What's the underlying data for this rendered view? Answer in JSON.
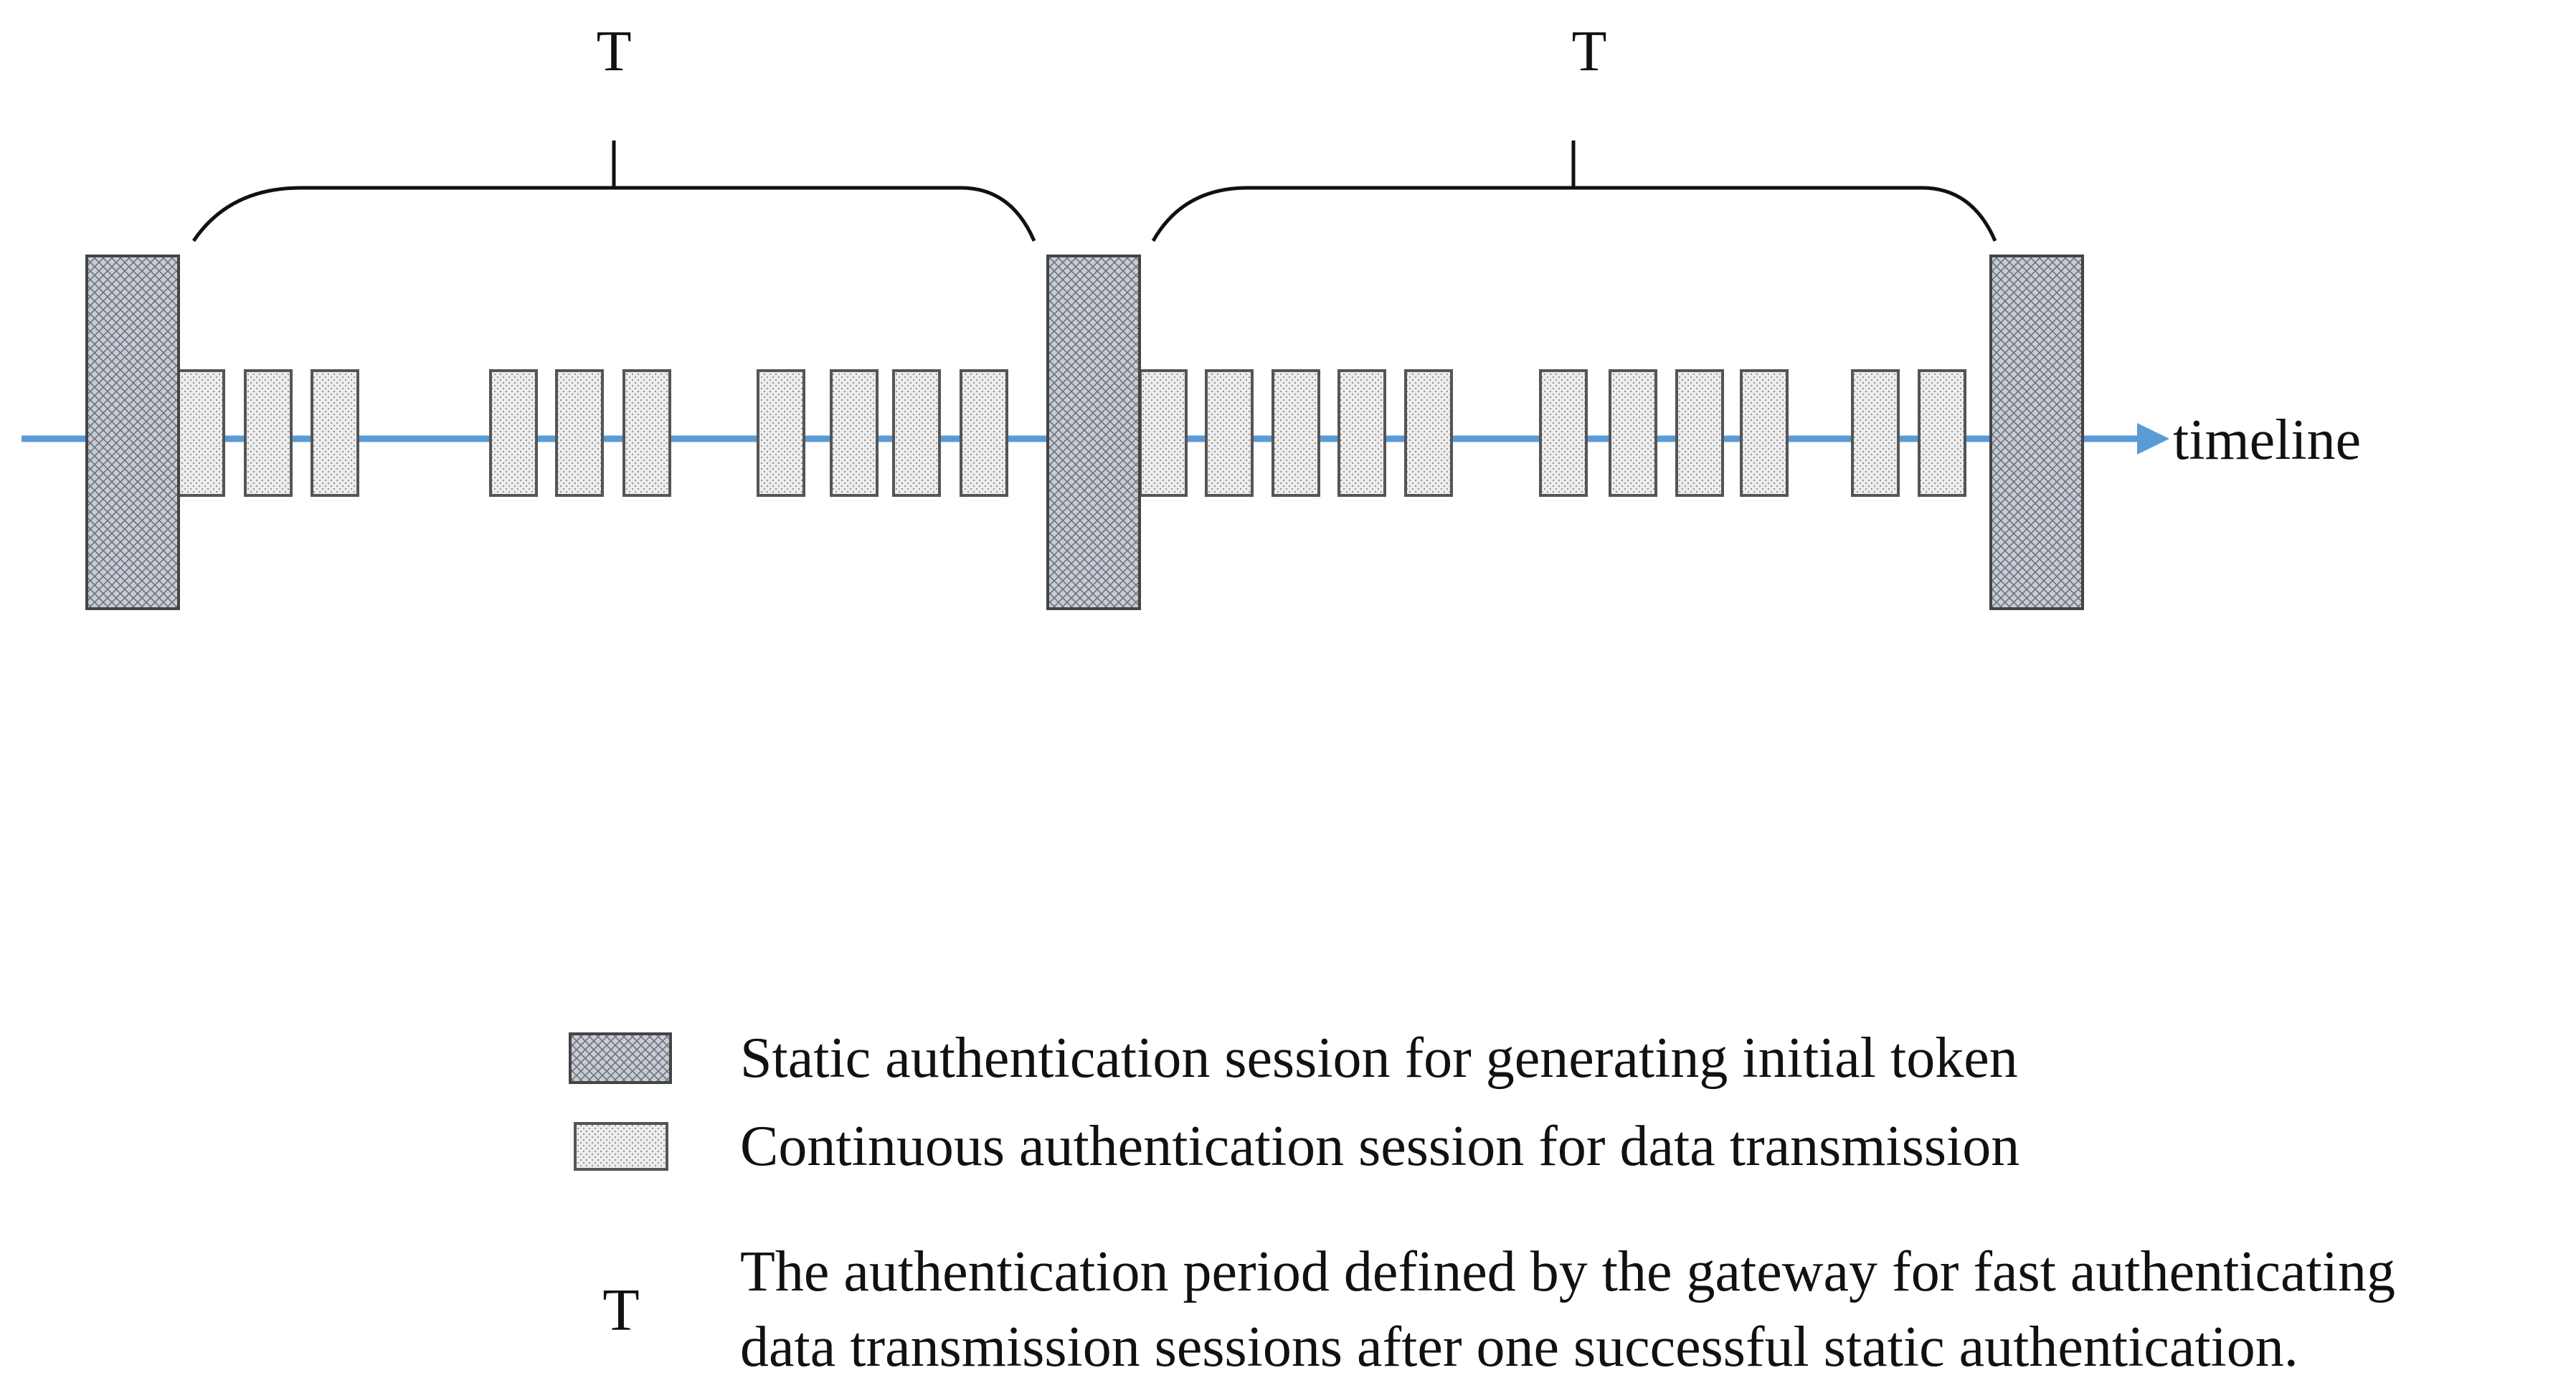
{
  "diagram": {
    "timeline_label": "timeline",
    "period_label": "T",
    "periods": [
      {
        "label": "T"
      },
      {
        "label": "T"
      }
    ],
    "static_sessions": 3,
    "continuous_sessions_per_period": [
      [
        3,
        3,
        4
      ],
      [
        5,
        4,
        2
      ]
    ],
    "colors": {
      "timeline": "#5b9bd5",
      "static_fill": "#c9ccd3",
      "continuous_fill": "#ebebeb",
      "stroke": "#555555",
      "brace": "#111111"
    }
  },
  "legend": {
    "static_label": "Static authentication session for generating initial token",
    "continuous_label": "Continuous authentication session for data transmission",
    "period_symbol": "T",
    "period_line1": "The authentication period defined by the gateway for fast authenticating",
    "period_line2": "data transmission sessions after one successful static authentication."
  }
}
